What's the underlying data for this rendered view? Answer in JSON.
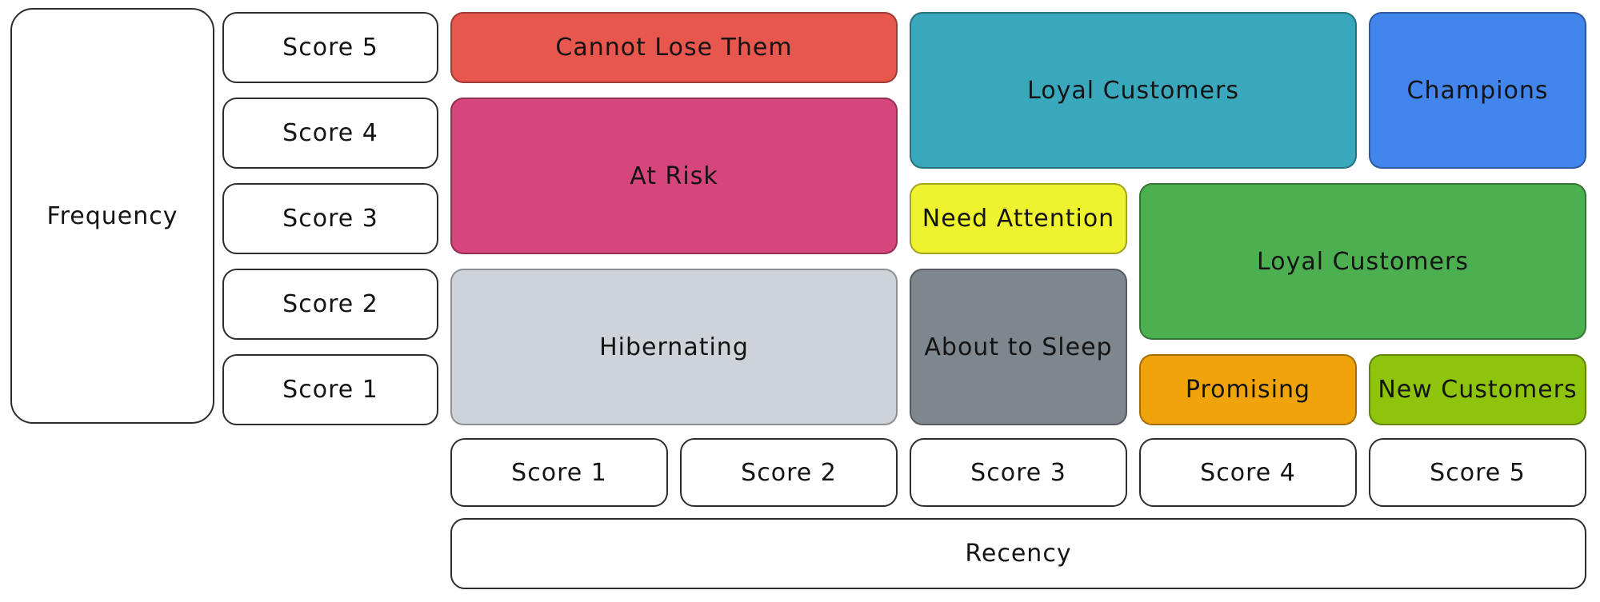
{
  "axes": {
    "y_label": "Frequency",
    "x_label": "Recency",
    "y_scores": [
      "Score 5",
      "Score 4",
      "Score 3",
      "Score 2",
      "Score 1"
    ],
    "x_scores": [
      "Score 1",
      "Score 2",
      "Score 3",
      "Score 4",
      "Score 5"
    ]
  },
  "segments": [
    {
      "label": "Cannot Lose Them",
      "color": "#e8574e",
      "recency": [
        1,
        2
      ],
      "frequency": [
        5,
        5
      ]
    },
    {
      "label": "At Risk",
      "color": "#d6457c",
      "recency": [
        1,
        2
      ],
      "frequency": [
        3,
        4
      ]
    },
    {
      "label": "Hibernating",
      "color": "#cdd3d9",
      "recency": [
        1,
        2
      ],
      "frequency": [
        1,
        2
      ]
    },
    {
      "label": "Loyal Customers",
      "color": "#3aa8bc",
      "recency": [
        3,
        4
      ],
      "frequency": [
        4,
        5
      ]
    },
    {
      "label": "Champions",
      "color": "#4285ec",
      "recency": [
        5,
        5
      ],
      "frequency": [
        4,
        5
      ]
    },
    {
      "label": "Need Attention",
      "color": "#eef22f",
      "recency": [
        3,
        3
      ],
      "frequency": [
        3,
        3
      ]
    },
    {
      "label": "About to Sleep",
      "color": "#7e868e",
      "recency": [
        3,
        3
      ],
      "frequency": [
        1,
        2
      ]
    },
    {
      "label": "Loyal Customers",
      "color": "#4caf50",
      "recency": [
        4,
        5
      ],
      "frequency": [
        2,
        3
      ]
    },
    {
      "label": "Promising",
      "color": "#f0a30a",
      "recency": [
        4,
        4
      ],
      "frequency": [
        1,
        1
      ]
    },
    {
      "label": "New Customers",
      "color": "#8ec40c",
      "recency": [
        5,
        5
      ],
      "frequency": [
        1,
        1
      ]
    }
  ]
}
